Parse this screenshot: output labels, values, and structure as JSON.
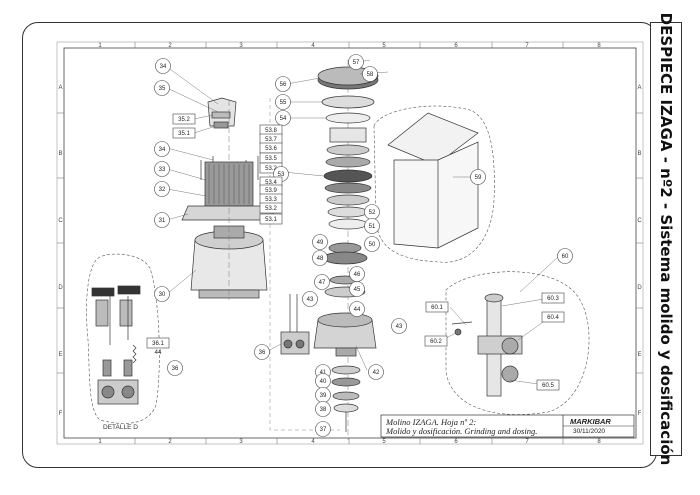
{
  "sheet": {
    "side_title": "DESPIECE IZAGA - nº2 - Sistema molido y dosificación",
    "columns": [
      "1",
      "2",
      "3",
      "4",
      "5",
      "6",
      "7",
      "8"
    ],
    "rows": [
      "A",
      "B",
      "C",
      "D",
      "E",
      "F"
    ]
  },
  "title_block": {
    "description_line1": "Molino IZAGA. Hoja nº 2:",
    "description_line2": "Molido y dosificación.  Grinding and dosing.",
    "company": "MARKIBAR",
    "date": "30/11/2020"
  },
  "detail_label": "DETALLE D",
  "callouts": [
    {
      "label": "34",
      "kind": "circle"
    },
    {
      "label": "35",
      "kind": "circle"
    },
    {
      "label": "35.2",
      "kind": "box"
    },
    {
      "label": "35.1",
      "kind": "box"
    },
    {
      "label": "34",
      "kind": "circle"
    },
    {
      "label": "33",
      "kind": "circle"
    },
    {
      "label": "32",
      "kind": "circle"
    },
    {
      "label": "31",
      "kind": "circle"
    },
    {
      "label": "30",
      "kind": "circle"
    },
    {
      "label": "36.1",
      "kind": "box"
    },
    {
      "label": "44",
      "kind": "plain"
    },
    {
      "label": "36",
      "kind": "circle"
    },
    {
      "label": "56",
      "kind": "circle"
    },
    {
      "label": "55",
      "kind": "circle"
    },
    {
      "label": "54",
      "kind": "circle"
    },
    {
      "label": "57",
      "kind": "circle"
    },
    {
      "label": "58",
      "kind": "circle"
    },
    {
      "label": "53.8",
      "kind": "box"
    },
    {
      "label": "53.7",
      "kind": "box"
    },
    {
      "label": "53.6",
      "kind": "box"
    },
    {
      "label": "53.5",
      "kind": "box"
    },
    {
      "label": "53.2",
      "kind": "box"
    },
    {
      "label": "53",
      "kind": "circle"
    },
    {
      "label": "53.4",
      "kind": "box"
    },
    {
      "label": "53.9",
      "kind": "box"
    },
    {
      "label": "53.3",
      "kind": "box"
    },
    {
      "label": "53.2",
      "kind": "box"
    },
    {
      "label": "53.1",
      "kind": "box"
    },
    {
      "label": "52",
      "kind": "circle"
    },
    {
      "label": "51",
      "kind": "circle"
    },
    {
      "label": "49",
      "kind": "circle"
    },
    {
      "label": "50",
      "kind": "circle"
    },
    {
      "label": "48",
      "kind": "circle"
    },
    {
      "label": "47",
      "kind": "circle"
    },
    {
      "label": "46",
      "kind": "circle"
    },
    {
      "label": "45",
      "kind": "circle"
    },
    {
      "label": "43",
      "kind": "circle"
    },
    {
      "label": "44",
      "kind": "circle"
    },
    {
      "label": "43",
      "kind": "circle"
    },
    {
      "label": "36",
      "kind": "circle"
    },
    {
      "label": "42",
      "kind": "circle"
    },
    {
      "label": "41",
      "kind": "circle"
    },
    {
      "label": "40",
      "kind": "circle"
    },
    {
      "label": "39",
      "kind": "circle"
    },
    {
      "label": "38",
      "kind": "circle"
    },
    {
      "label": "37",
      "kind": "circle"
    },
    {
      "label": "59",
      "kind": "circle"
    },
    {
      "label": "60",
      "kind": "circle"
    },
    {
      "label": "60.1",
      "kind": "box"
    },
    {
      "label": "60.3",
      "kind": "box"
    },
    {
      "label": "60.4",
      "kind": "box"
    },
    {
      "label": "60.2",
      "kind": "box"
    },
    {
      "label": "60.5",
      "kind": "box"
    }
  ]
}
